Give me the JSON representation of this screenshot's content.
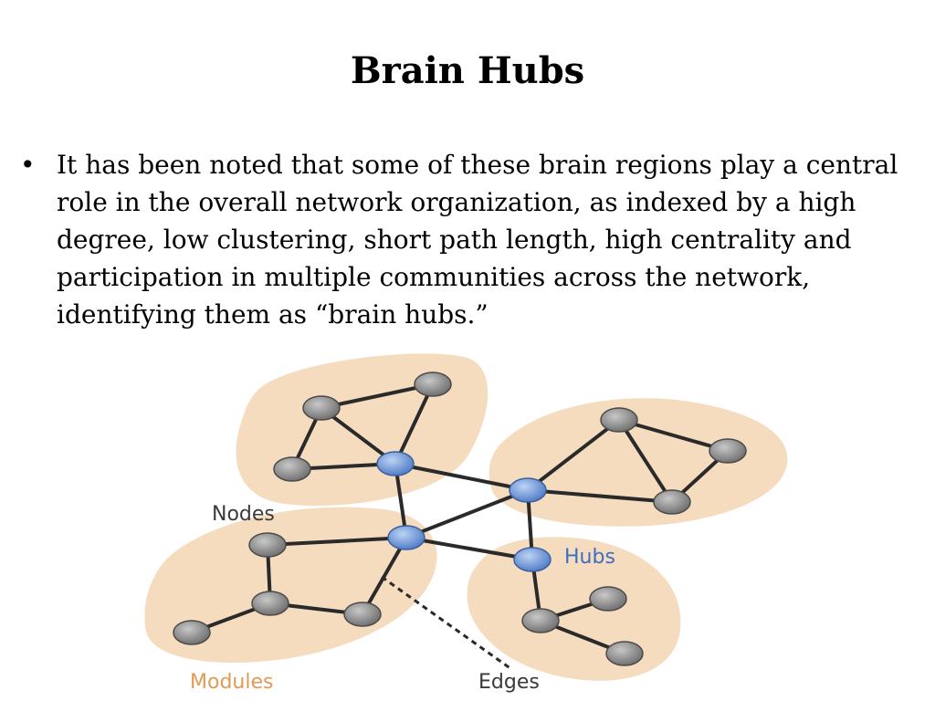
{
  "slide": {
    "title": "Brain Hubs",
    "bullet_symbol": "•",
    "bullet_text": "It has been noted that some of these brain regions play a central role in the overall network organization, as indexed by a high degree, low clustering, short path length, high centrality and participation in multiple communities across the network, identifying them as “brain hubs.”"
  },
  "diagram": {
    "labels": {
      "nodes": "Nodes",
      "hubs": "Hubs",
      "modules": "Modules",
      "edges": "Edges"
    },
    "colors": {
      "module_fill": "#f5dcbf",
      "node_fill": "#8a8a8a",
      "hub_fill": "#6f93d6",
      "edge_stroke": "#2a2a2a",
      "label_text": "#3a3a3a",
      "hubs_label": "#3c6fbf",
      "modules_label": "#e09a55"
    }
  }
}
